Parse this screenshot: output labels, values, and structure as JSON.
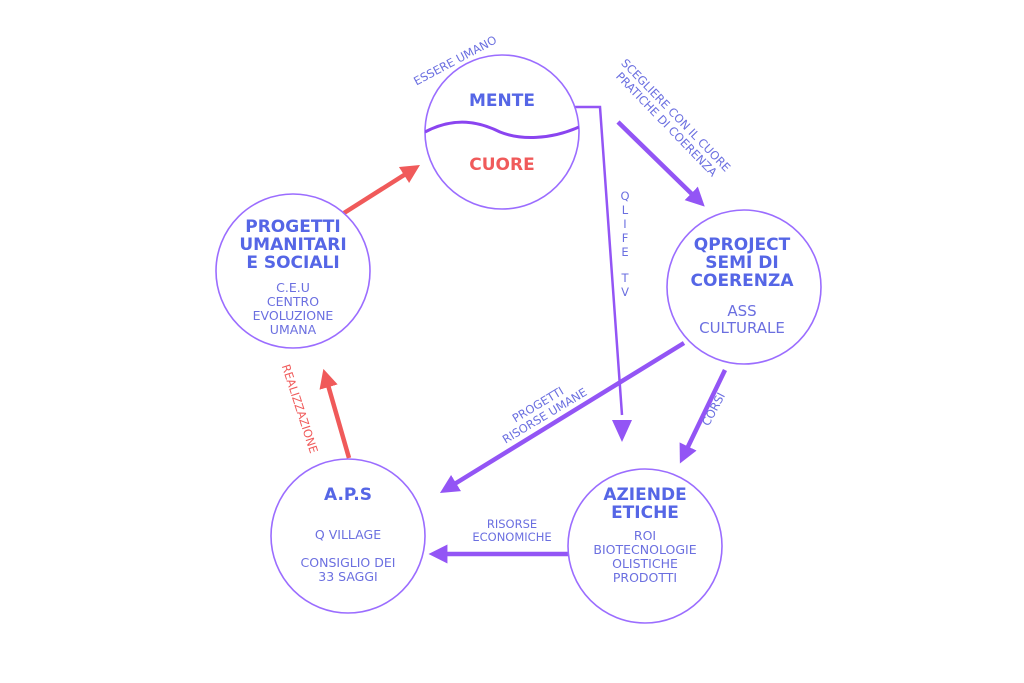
{
  "nodes": {
    "mente_cuore": {
      "top": "MENTE",
      "bottom": "CUORE",
      "label": "ESSERE UMANO"
    },
    "qproject": {
      "title": [
        "QPROJECT",
        "SEMI DI",
        "COERENZA"
      ],
      "body": [
        "ASS",
        "CULTURALE"
      ]
    },
    "aziende": {
      "title": [
        "AZIENDE",
        "ETICHE"
      ],
      "body": [
        "ROI",
        "BIOTECNOLOGIE",
        "OLISTICHE",
        "PRODOTTI"
      ]
    },
    "aps": {
      "title": [
        "A.P.S"
      ],
      "body": [
        "Q VILLAGE",
        "",
        "CONSIGLIO DEI",
        "33 SAGGI"
      ]
    },
    "progetti": {
      "title": [
        "PROGETTI",
        "UMANITARI",
        "E SOCIALI"
      ],
      "body": [
        "C.E.U",
        "CENTRO",
        "EVOLUZIONE",
        "UMANA"
      ]
    }
  },
  "edges": {
    "scegliere": [
      "SCEGLIERE CON IL CUORE",
      "PRATICHE DI COERENZA"
    ],
    "qlife": [
      "Q",
      "L",
      "I",
      "F",
      "E",
      "",
      "T",
      "V"
    ],
    "progetti_risorse": [
      "PROGETTI",
      "RISORSE UMANE"
    ],
    "corsi": "CORSI",
    "risorse_economiche": [
      "RISORSE",
      "ECONOMICHE"
    ],
    "realizzazione": "REALIZZAZIONE"
  },
  "colors": {
    "purple": "#9355f5",
    "red": "#f05a5a",
    "title_blue": "#5566e6",
    "text_blue": "#6b6fe0"
  }
}
